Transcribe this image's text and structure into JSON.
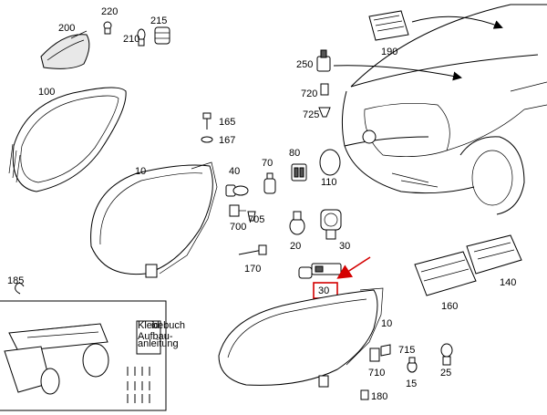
{
  "labels": {
    "p200": "200",
    "p220": "220",
    "p210": "210",
    "p215": "215",
    "p190": "190",
    "p250": "250",
    "p720": "720",
    "p725": "725",
    "p100": "100",
    "p165": "165",
    "p167": "167",
    "p10a": "10",
    "p40": "40",
    "p70": "70",
    "p80": "80",
    "p110": "110",
    "p700": "700",
    "p705": "705",
    "p20": "20",
    "p30a": "30",
    "p170": "170",
    "p30b": "30",
    "p140": "140",
    "p160": "160",
    "p185": "185",
    "p10b": "10",
    "p715": "715",
    "p710": "710",
    "p15": "15",
    "p25": "25",
    "p180": "180"
  },
  "kit_panel_text": [
    "Klebebuch",
    "id",
    "Aufbau-",
    "anleitung"
  ],
  "colors": {
    "highlight": "#d40000",
    "line": "#000000"
  }
}
